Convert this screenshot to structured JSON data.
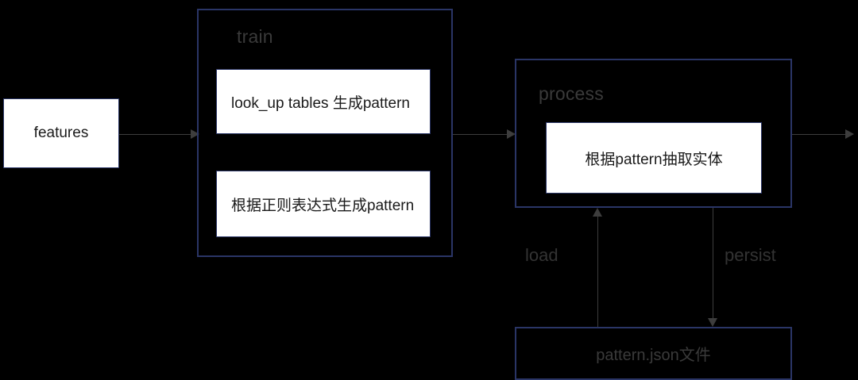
{
  "diagram": {
    "background_color": "#000000",
    "accent_border_color": "#2a3566",
    "connector_color": "#3d3d3d",
    "node_fill_color": "#ffffff",
    "label_color": "#3a3a3a",
    "input": {
      "label": "features"
    },
    "train_group": {
      "label": "train",
      "nodes": [
        {
          "label": "look_up tables 生成pattern"
        },
        {
          "label": "根据正则表达式生成pattern"
        }
      ]
    },
    "process_group": {
      "label": "process",
      "nodes": [
        {
          "label": "根据pattern抽取实体"
        }
      ]
    },
    "storage": {
      "label": "pattern.json文件"
    },
    "edges": [
      {
        "name": "features-to-train",
        "label": ""
      },
      {
        "name": "train-to-process",
        "label": ""
      },
      {
        "name": "process-to-output",
        "label": ""
      },
      {
        "name": "storage-to-process",
        "label": "load"
      },
      {
        "name": "process-to-storage",
        "label": "persist"
      }
    ]
  }
}
